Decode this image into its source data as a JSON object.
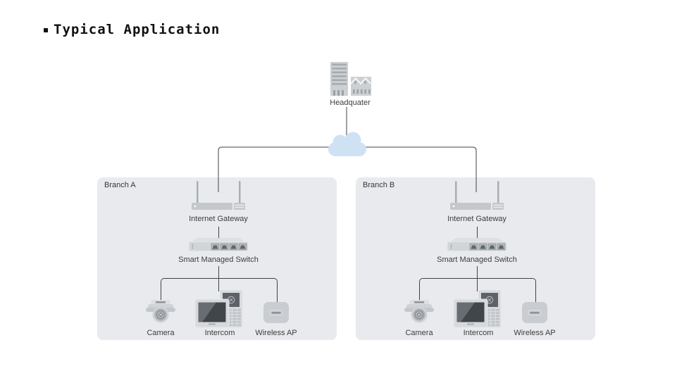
{
  "title": "Typical Application",
  "headquarter": {
    "label": "Headquater"
  },
  "branches": [
    {
      "label": "Branch A",
      "gateway_label": "Internet Gateway",
      "switch_label": "Smart Managed Switch",
      "camera_label": "Camera",
      "intercom_label": "Intercom",
      "wireless_ap_label": "Wireless AP"
    },
    {
      "label": "Branch B",
      "gateway_label": "Internet Gateway",
      "switch_label": "Smart Managed Switch",
      "camera_label": "Camera",
      "intercom_label": "Intercom",
      "wireless_ap_label": "Wireless AP"
    }
  ],
  "icons": {
    "bullet": "square-bullet-icon",
    "headquarter": "office-buildings-icon",
    "internet": "cloud-icon",
    "gateway": "wireless-router-icon",
    "switch": "4-port-switch-icon",
    "camera": "dome-camera-icon",
    "intercom": "video-intercom-icon",
    "wireless_ap": "access-point-icon"
  },
  "colors": {
    "branch_background": "#e8eaed",
    "cloud": "#cfe2f4",
    "connector_line": "#3f4245",
    "device_gray": "#c6cacd",
    "device_dark": "#5d6268",
    "text": "#3c3c3c"
  }
}
